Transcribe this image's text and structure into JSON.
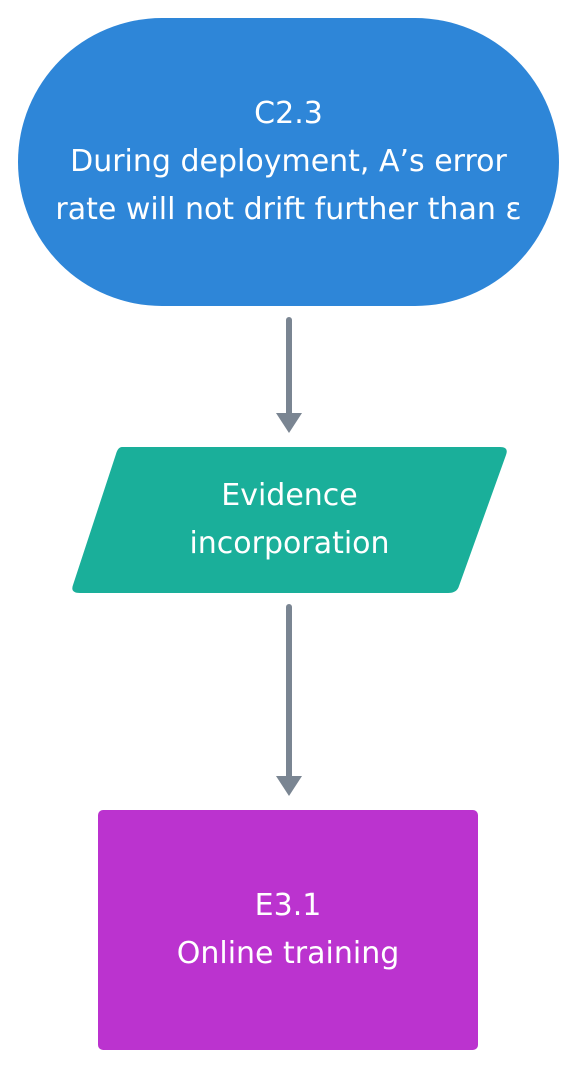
{
  "diagram": {
    "claim": {
      "id": "C2.3",
      "text_line1": "During deployment, A’s error",
      "text_line2": "rate will not drift further than ε"
    },
    "strategy": {
      "text_line1": "Evidence",
      "text_line2": "incorporation"
    },
    "evidence": {
      "id": "E3.1",
      "text": "Online training"
    },
    "colors": {
      "claim": "#2e86d8",
      "strategy": "#1aaf9a",
      "evidence": "#bb33cf",
      "connector": "#7a8592"
    }
  }
}
